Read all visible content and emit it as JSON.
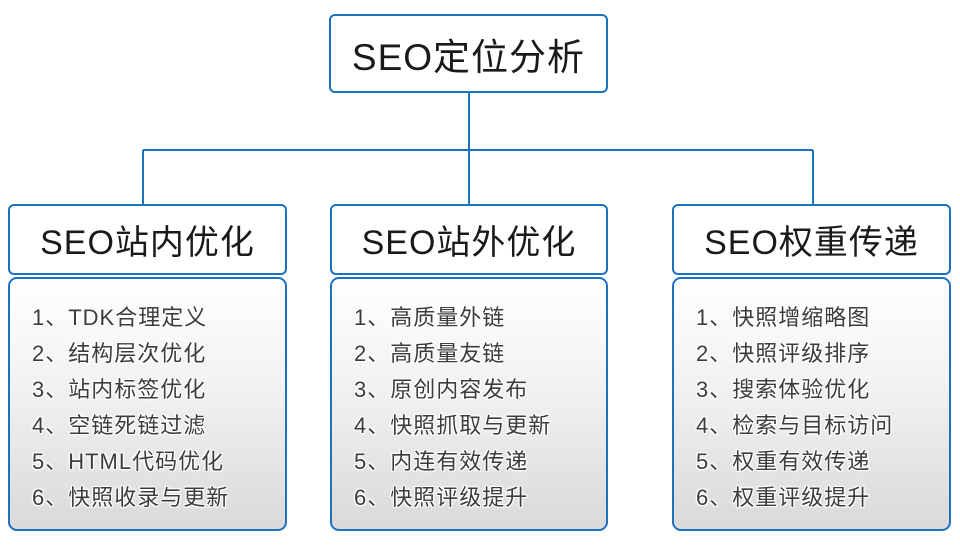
{
  "diagram": {
    "root": {
      "title": "SEO定位分析"
    },
    "columns": [
      {
        "title": "SEO站内优化",
        "items": [
          "1、TDK合理定义",
          "2、结构层次优化",
          "3、站内标签优化",
          "4、空链死链过滤",
          "5、HTML代码优化",
          "6、快照收录与更新"
        ]
      },
      {
        "title": "SEO站外优化",
        "items": [
          "1、高质量外链",
          "2、高质量友链",
          "3、原创内容发布",
          "4、快照抓取与更新",
          "5、内连有效传递",
          "6、快照评级提升"
        ]
      },
      {
        "title": "SEO权重传递",
        "items": [
          "1、快照增缩略图",
          "2、快照评级排序",
          "3、搜索体验优化",
          "4、检索与目标访问",
          "5、权重有效传递",
          "6、权重评级提升"
        ]
      }
    ],
    "colors": {
      "accent": "#1B72BE",
      "heading_text": "#1A1A1A",
      "list_text": "#3C3C3C",
      "list_gradient_top": "#FFFFFF",
      "list_gradient_bottom": "#D9D9D9"
    }
  }
}
